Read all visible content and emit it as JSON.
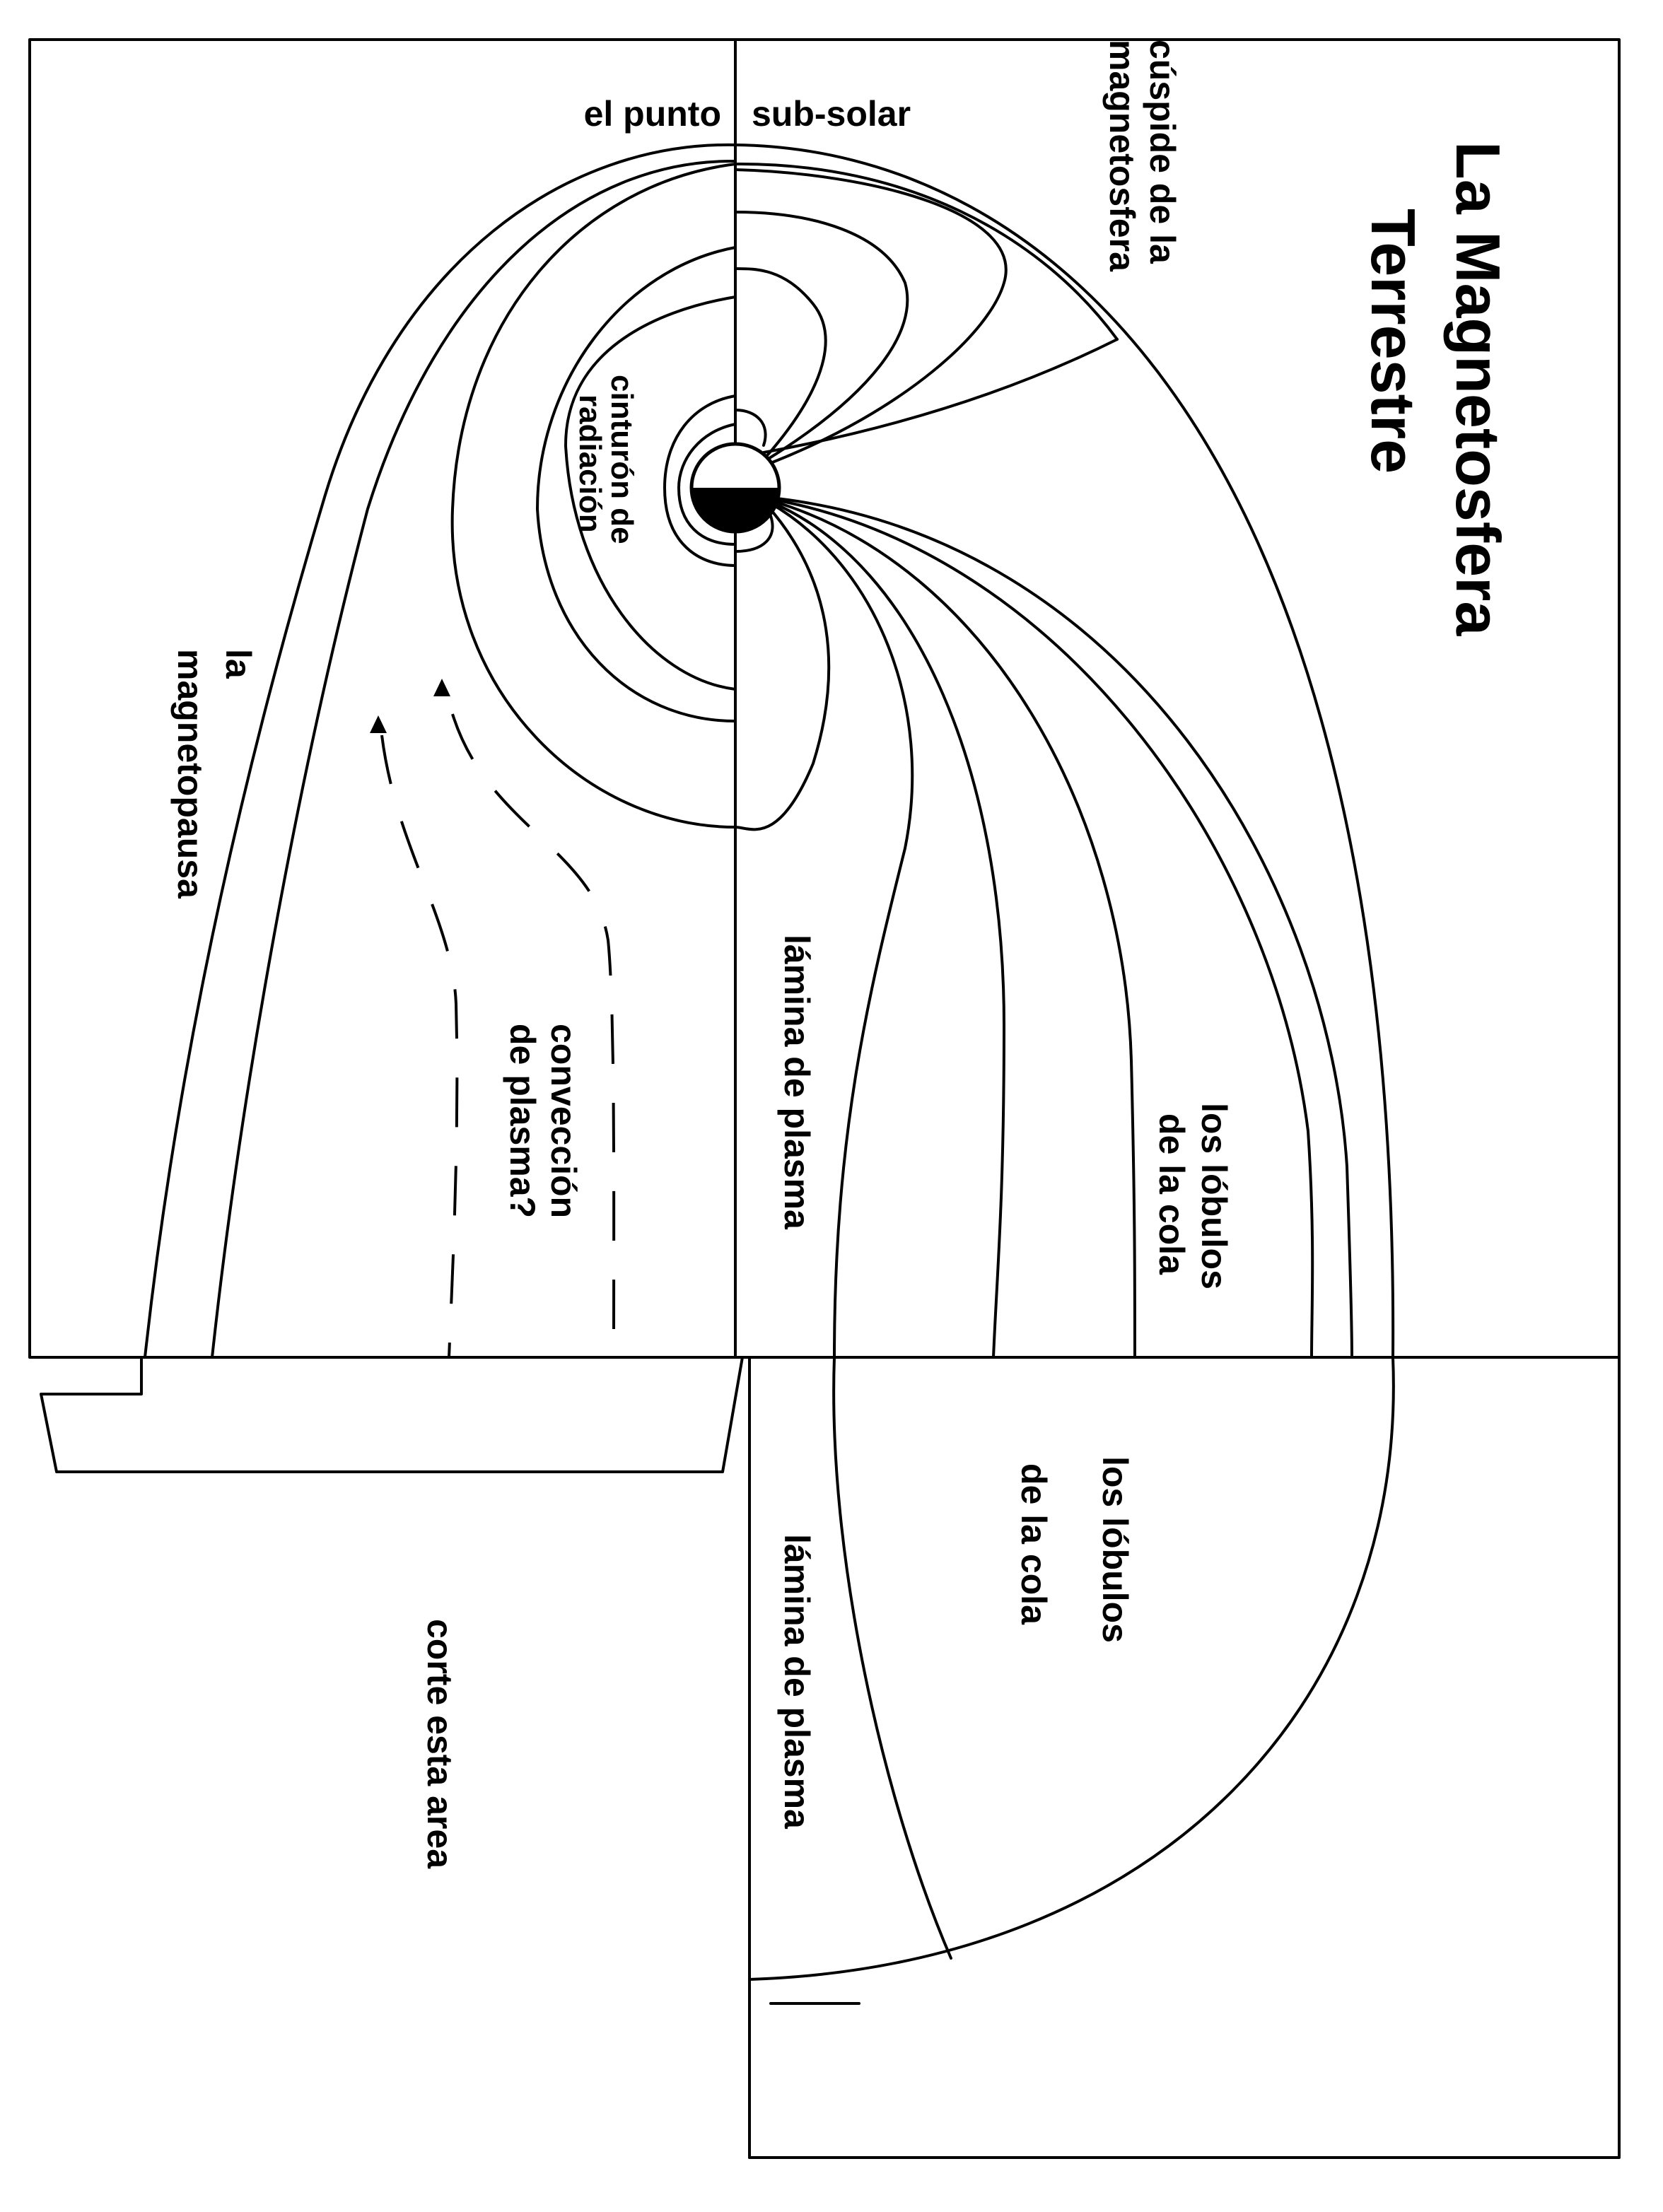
{
  "title": {
    "line1": "La Magnetosfera",
    "line2": "Terrestre"
  },
  "labels": {
    "subsolar_left": "el punto",
    "subsolar_right": "sub-solar",
    "cusp_line1": "cúspide de la",
    "cusp_line2": "magnetosfera",
    "belt_line1": "cinturón de",
    "belt_line2": "radiación",
    "magnetopause_line1": "la",
    "magnetopause_line2": "magnetopausa",
    "convection_line1": "convección",
    "convection_line2": "de plasma?",
    "plasma_sheet_upper": "lámina de plasma",
    "lobes_upper_line1": "los lóbulos",
    "lobes_upper_line2": "de la cola",
    "lobes_lower_line1": "los lóbulos",
    "lobes_lower_line2": "de la cola",
    "plasma_sheet_lower": "lámina de plasma",
    "cut_area": "corte esta area"
  },
  "icons": {
    "earth": "earth-icon",
    "arrow": "arrow-head-icon"
  },
  "colors": {
    "ink": "#000000",
    "paper": "#ffffff"
  }
}
